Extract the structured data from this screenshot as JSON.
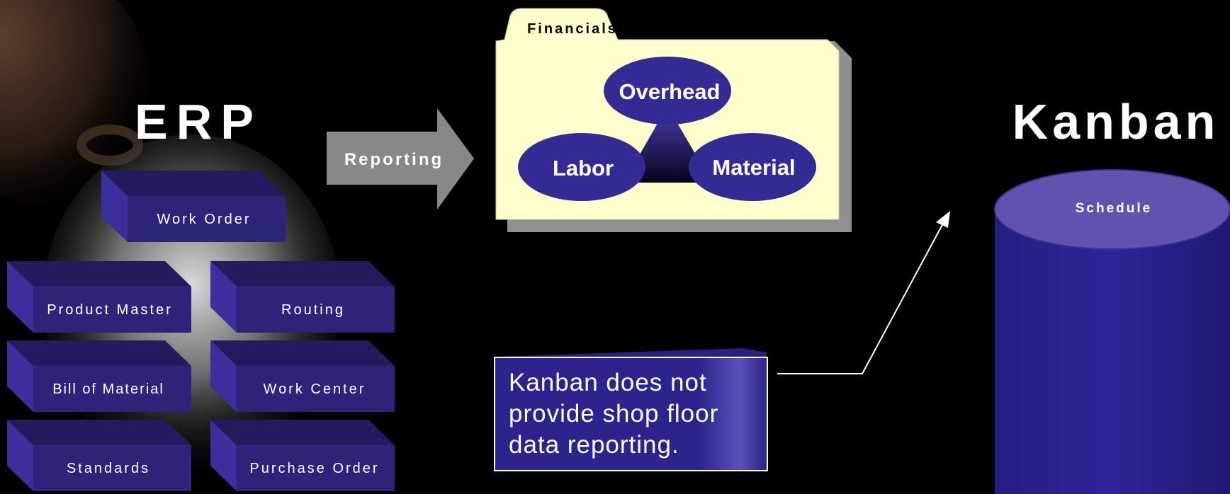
{
  "erp": {
    "title": "ERP",
    "boxes": {
      "work_order": "Work Order",
      "product_master": "Product Master",
      "routing": "Routing",
      "bill_of_material": "Bill of Material",
      "work_center": "Work Center",
      "standards": "Standards",
      "purchase_order": "Purchase Order"
    }
  },
  "reporting_arrow": {
    "label": "Reporting"
  },
  "financials": {
    "tab_label": "Financials",
    "nodes": {
      "overhead": "Overhead",
      "labor": "Labor",
      "material": "Material"
    }
  },
  "callout": {
    "lines": [
      "Kanban does not",
      "provide shop floor",
      "data reporting."
    ]
  },
  "kanban": {
    "title": "Kanban",
    "cylinder_label": "Schedule"
  },
  "colors": {
    "background": "#000000",
    "box_front": "#2c2478",
    "box_top": "#221c5e",
    "box_side": "#3a2f9c",
    "ellipse": "#342a94",
    "folder": "#ffffcc",
    "folder_shadow": "#8f8f8f",
    "arrow": "#888888",
    "cylinder_top": "#6152b0",
    "cylinder_body": "#2a2290",
    "text": "#ffffff"
  }
}
